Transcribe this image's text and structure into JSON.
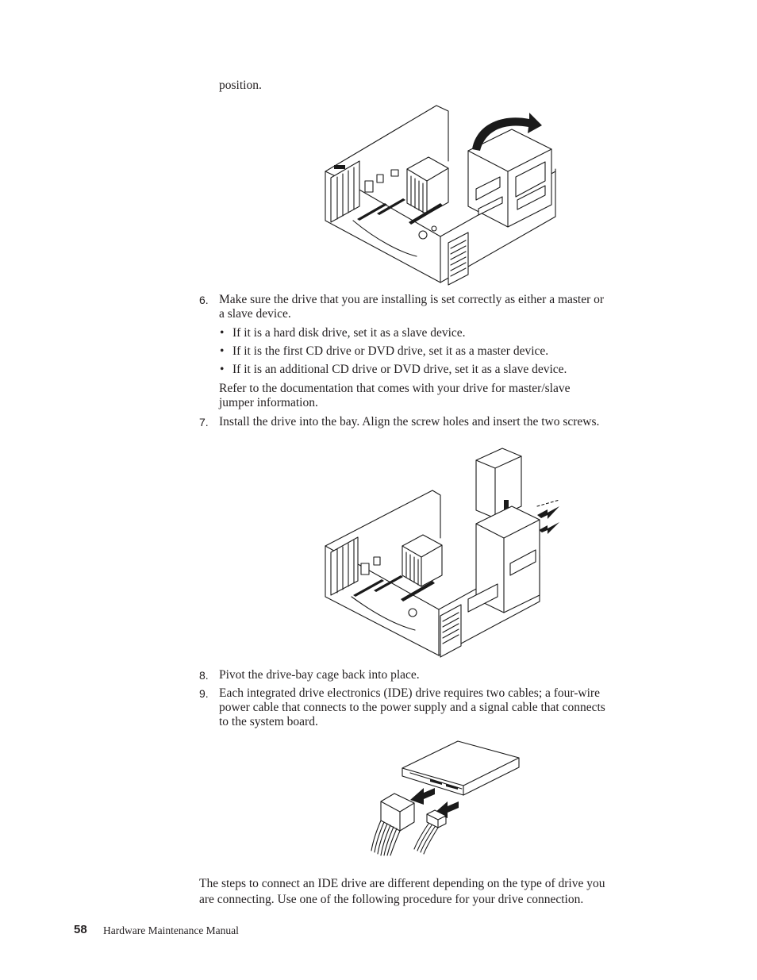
{
  "intro": {
    "position_text": "position."
  },
  "steps": [
    {
      "number": "6.",
      "lines": [
        "Make sure the drive that you are installing is set correctly as either a master or",
        "a slave device."
      ],
      "bullets": [
        "If it is a hard disk drive, set it as a slave device.",
        "If it is the first CD drive or DVD drive, set it as a master device.",
        "If it is an additional CD drive or DVD drive, set it as a slave device."
      ],
      "note_lines": [
        "Refer to the documentation that comes with your drive for master/slave",
        "jumper information."
      ]
    },
    {
      "number": "7.",
      "lines": [
        "Install the drive into the bay. Align the screw holes and insert the two screws."
      ]
    },
    {
      "number": "8.",
      "lines": [
        "Pivot the drive-bay cage back into place."
      ]
    },
    {
      "number": "9.",
      "lines": [
        "Each integrated drive electronics (IDE) drive requires two cables; a four-wire",
        "power cable that connects to the power supply and a signal cable that connects",
        "to the system board."
      ]
    }
  ],
  "closing": {
    "lines": [
      "The steps to connect an IDE drive are different depending on the type of drive you",
      "are connecting. Use one of the following procedure for your drive connection."
    ]
  },
  "footer": {
    "page_number": "58",
    "manual_title": "Hardware Maintenance Manual"
  }
}
